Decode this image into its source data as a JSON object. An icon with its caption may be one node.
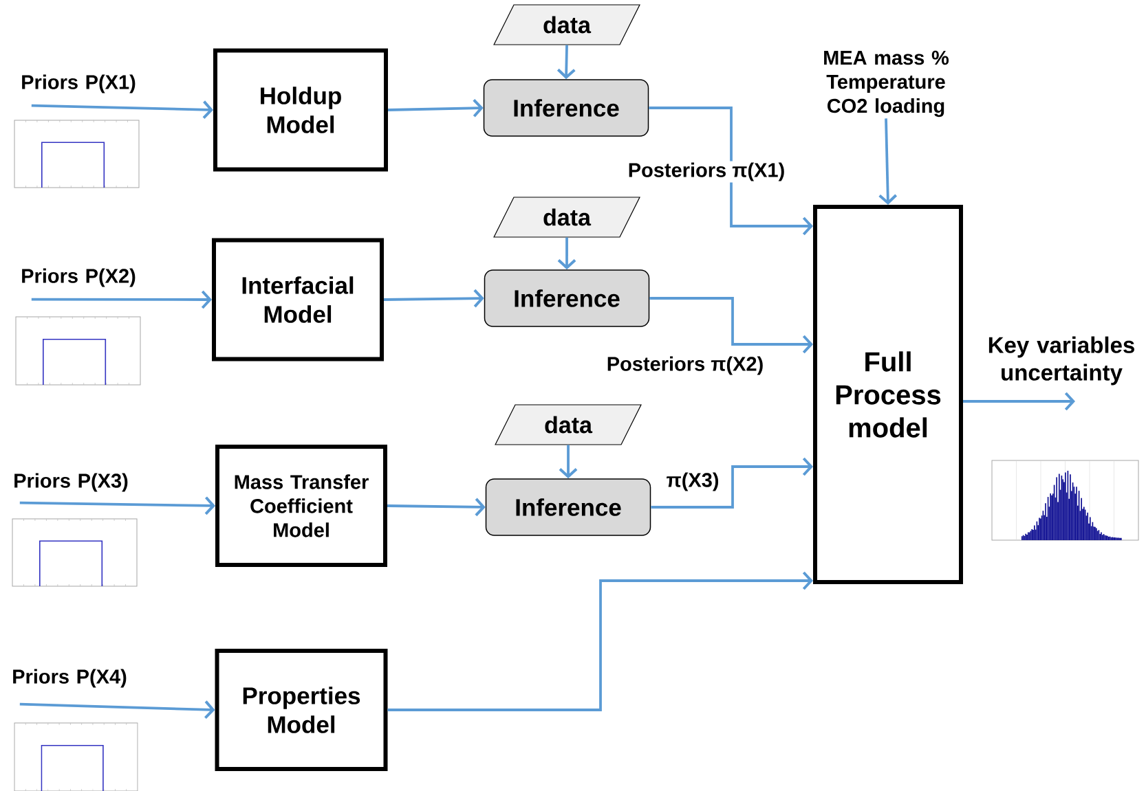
{
  "diagram": {
    "nodes": [
      {
        "text": [
          "Priors P(X1)"
        ]
      },
      {
        "text": [
          "Holdup Model"
        ]
      },
      {
        "text": [
          "data"
        ]
      },
      {
        "text": [
          "Inference"
        ]
      },
      {
        "text": [
          "Priors P(X2)"
        ]
      },
      {
        "text": [
          "Interfacial Model"
        ]
      },
      {
        "text": [
          "data"
        ]
      },
      {
        "text": [
          "Inference"
        ]
      },
      {
        "text": [
          "Priors P(X3)"
        ]
      },
      {
        "text": [
          "Mass Transfer Coefficient Model"
        ]
      },
      {
        "text": [
          "data"
        ]
      },
      {
        "text": [
          "Inference"
        ]
      },
      {
        "text": [
          "Priors P(X4)"
        ]
      },
      {
        "text": [
          "Properties Model"
        ]
      },
      {
        "text": [
          "MEA mass % Temperature CO2 loading"
        ]
      },
      {
        "text": [
          "Full Process model"
        ]
      },
      {
        "text": [
          "Key variables uncertainty"
        ]
      }
    ],
    "edges": [
      {
        "from": 0,
        "to": 1,
        "arrow": "to"
      },
      {
        "from": 1,
        "to": 3,
        "arrow": "to"
      },
      {
        "from": 2,
        "to": 3,
        "arrow": "to"
      },
      {
        "from": 3,
        "to": 15,
        "arrow": "to",
        "label": "Posteriors π(X1)"
      },
      {
        "from": 4,
        "to": 5,
        "arrow": "to"
      },
      {
        "from": 5,
        "to": 7,
        "arrow": "to"
      },
      {
        "from": 6,
        "to": 7,
        "arrow": "to"
      },
      {
        "from": 7,
        "to": 15,
        "arrow": "to",
        "label": "Posteriors π(X2)"
      },
      {
        "from": 8,
        "to": 9,
        "arrow": "to"
      },
      {
        "from": 9,
        "to": 11,
        "arrow": "to"
      },
      {
        "from": 10,
        "to": 11,
        "arrow": "to"
      },
      {
        "from": 11,
        "to": 15,
        "arrow": "to",
        "label": "π(X3)"
      },
      {
        "from": 12,
        "to": 13,
        "arrow": "to"
      },
      {
        "from": 13,
        "to": 15,
        "arrow": "to"
      },
      {
        "from": 14,
        "to": 15,
        "arrow": "to"
      },
      {
        "from": 15,
        "to": 16,
        "arrow": "to"
      }
    ]
  }
}
